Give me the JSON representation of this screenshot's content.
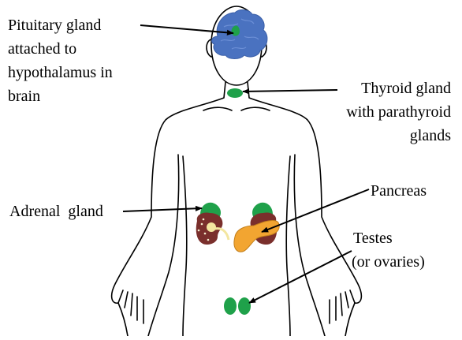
{
  "labels": {
    "pituitary": [
      "Pituitary gland",
      "attached to",
      "hypothalamus in",
      "brain"
    ],
    "thyroid": [
      "Thyroid gland",
      "with parathyroid",
      "glands"
    ],
    "adrenal": [
      "Adrenal  gland"
    ],
    "pancreas": [
      "Pancreas"
    ],
    "gonads": [
      "Testes",
      "(or ovaries)"
    ]
  },
  "colors": {
    "brain": "#4a72c0",
    "gland": "#1fa14a",
    "kidney": "#7a2f2c",
    "pancreas": "#f2a531",
    "outline": "#000000"
  }
}
